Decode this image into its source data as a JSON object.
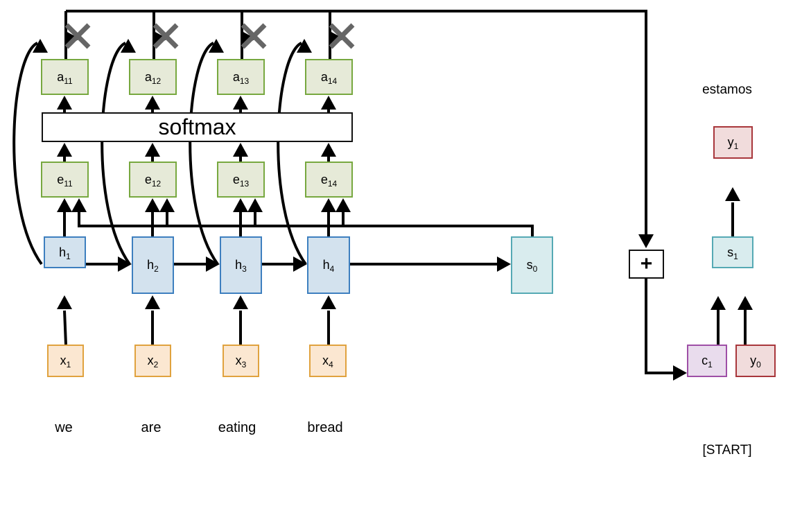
{
  "words": [
    "we",
    "are",
    "eating",
    "bread"
  ],
  "inputs": [
    {
      "v": "x",
      "s": "1"
    },
    {
      "v": "x",
      "s": "2"
    },
    {
      "v": "x",
      "s": "3"
    },
    {
      "v": "x",
      "s": "4"
    }
  ],
  "hidden": [
    {
      "v": "h",
      "s": "1"
    },
    {
      "v": "h",
      "s": "2"
    },
    {
      "v": "h",
      "s": "3"
    },
    {
      "v": "h",
      "s": "4"
    }
  ],
  "energies": [
    {
      "v": "e",
      "s": "11"
    },
    {
      "v": "e",
      "s": "12"
    },
    {
      "v": "e",
      "s": "13"
    },
    {
      "v": "e",
      "s": "14"
    }
  ],
  "attention": [
    {
      "v": "a",
      "s": "11"
    },
    {
      "v": "a",
      "s": "12"
    },
    {
      "v": "a",
      "s": "13"
    },
    {
      "v": "a",
      "s": "14"
    }
  ],
  "softmax": "softmax",
  "decoder": {
    "s0": {
      "v": "s",
      "s": "0"
    },
    "s1": {
      "v": "s",
      "s": "1"
    },
    "c1": {
      "v": "c",
      "s": "1"
    },
    "y0": {
      "v": "y",
      "s": "0"
    },
    "y1": {
      "v": "y",
      "s": "1"
    },
    "plus": "+",
    "output_word": "estamos",
    "start_token": "[START]"
  }
}
